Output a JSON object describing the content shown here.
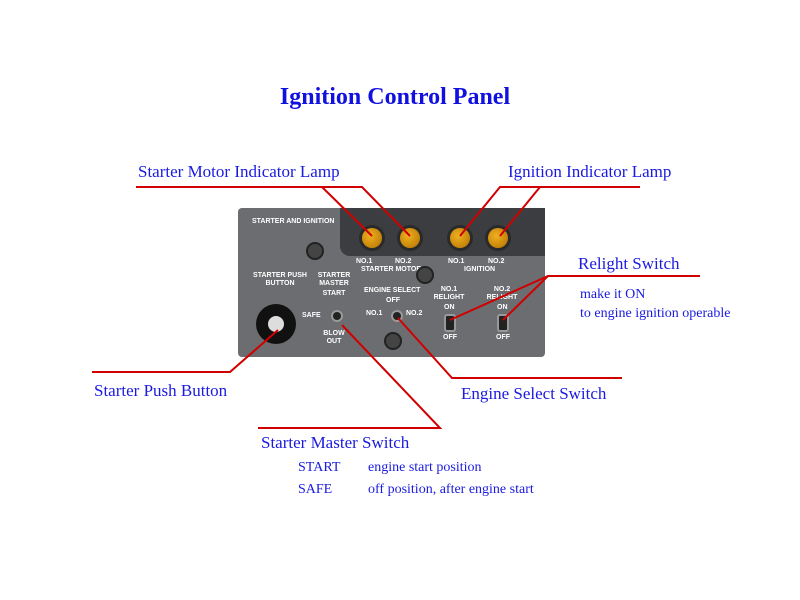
{
  "title": "Ignition Control Panel",
  "callouts": {
    "starter_motor_lamp": "Starter Motor Indicator Lamp",
    "ignition_lamp": "Ignition Indicator Lamp",
    "relight_switch": "Relight Switch",
    "relight_note_1": "make it ON",
    "relight_note_2": "to engine ignition operable",
    "starter_push_button": "Starter Push Button",
    "engine_select_switch": "Engine Select Switch",
    "starter_master_switch": "Starter Master Switch",
    "positions": [
      {
        "name": "START",
        "desc": "engine start position"
      },
      {
        "name": "SAFE",
        "desc": "off position, after engine start"
      }
    ]
  },
  "panel": {
    "header": "STARTER AND IGNITION",
    "starter_motor": "STARTER MOTOR",
    "ignition": "IGNITION",
    "no1": "NO.1",
    "no2": "NO.2",
    "push_button": "STARTER PUSH BUTTON",
    "master": "STARTER MASTER",
    "start": "START",
    "safe": "SAFE",
    "blow_out": "BLOW OUT",
    "engine_select": "ENGINE SELECT",
    "off": "OFF",
    "relight1": "NO.1  RELIGHT",
    "relight2": "NO.2  RELIGHT",
    "on": "ON",
    "off2": "OFF"
  },
  "colors": {
    "text": "#1a1ae0",
    "line": "#d00000",
    "panel": "#6b6d70"
  }
}
